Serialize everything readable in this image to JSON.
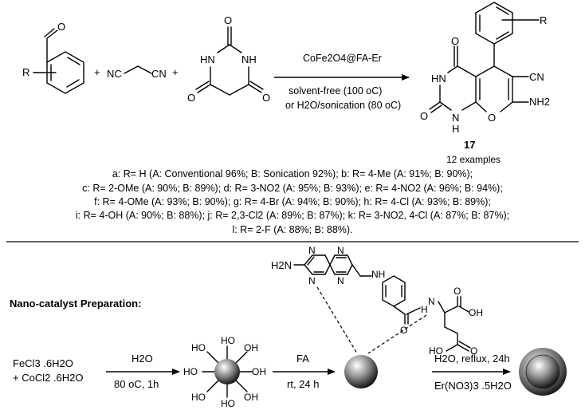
{
  "reaction": {
    "catalyst_label": "CoFe2O4@FA-Er",
    "condition_a": "solvent-free (100 oC)",
    "condition_b": "or H2O/sonication (80 oC)",
    "product_number": "17",
    "examples_count": "12 examples",
    "plus": "+",
    "atoms": {
      "R": "R",
      "O": "O",
      "NC": "NC",
      "CN": "CN",
      "HN": "HN",
      "NH": "NH",
      "N": "N",
      "H": "H",
      "NH2": "NH2",
      "H2N": "H2N",
      "OH": "OH",
      "HO": "HO"
    }
  },
  "substituents": [
    "a: R= H (A: Conventional 96%; B: Sonication 92%); b: R= 4-Me (A: 91%; B: 90%);",
    "c: R= 2-OMe (A: 90%; B: 89%); d: R= 3-NO2 (A: 95%; B: 93%); e: R= 4-NO2 (A: 96%; B: 94%);",
    "f: R= 4-OMe (A: 93%; B: 90%); g: R= 4-Br (A: 94%; B: 90%); h: R= 4-Cl (A: 93%; B: 89%);",
    "i: R= 4-OH (A: 90%; B: 88%); j: R= 2,3-Cl2 (A: 89%; B: 87%); k: R= 3-NO2, 4-Cl (A: 87%; B: 87%);",
    "l: R= 2-F (A: 88%; B: 88%)."
  ],
  "preparation": {
    "title": "Nano-catalyst Preparation:",
    "reagent_1": "FeCl3 .6H2O",
    "reagent_2": "+ CoCl2 .6H2O",
    "step1_above": "H2O",
    "step1_below": "80 oC, 1h",
    "step2_above": "FA",
    "step2_below": "rt, 24 h",
    "step3_above": "H2O, reflux, 24h",
    "step3_below": "Er(NO3)3 .5H2O"
  },
  "colors": {
    "line": "#000000",
    "background": "#ffffff"
  }
}
